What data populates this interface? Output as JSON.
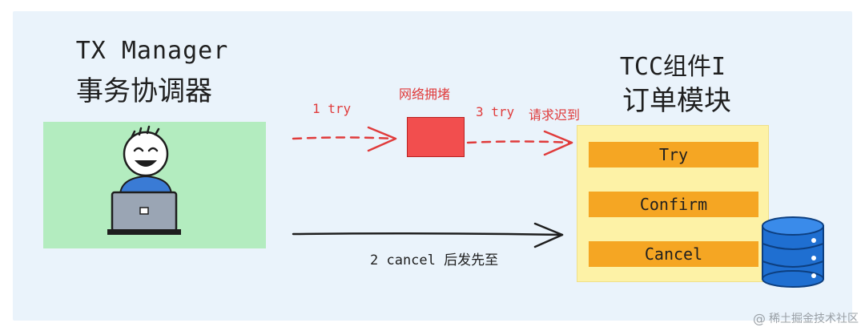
{
  "left": {
    "title_line1": "TX Manager",
    "title_line2": "事务协调器"
  },
  "right": {
    "title_line1": "TCC组件I",
    "title_line2": "订单模块",
    "buttons": [
      "Try",
      "Confirm",
      "Cancel"
    ]
  },
  "labels": {
    "congestion": "网络拥堵",
    "try1": "1 try",
    "try3": "3 try",
    "try3_suffix": "请求迟到",
    "cancel2": "2 cancel",
    "cancel2_suffix": "后发先至"
  },
  "colors": {
    "red": "#e03b3b",
    "green_box": "#b3ecbf",
    "yellow_panel": "#fdf2a6",
    "orange_bar": "#f5a623",
    "db_blue": "#1f6fd1"
  },
  "icons": {
    "person": "person-at-laptop-icon",
    "database": "database-icon"
  },
  "watermark": "稀土掘金技术社区"
}
